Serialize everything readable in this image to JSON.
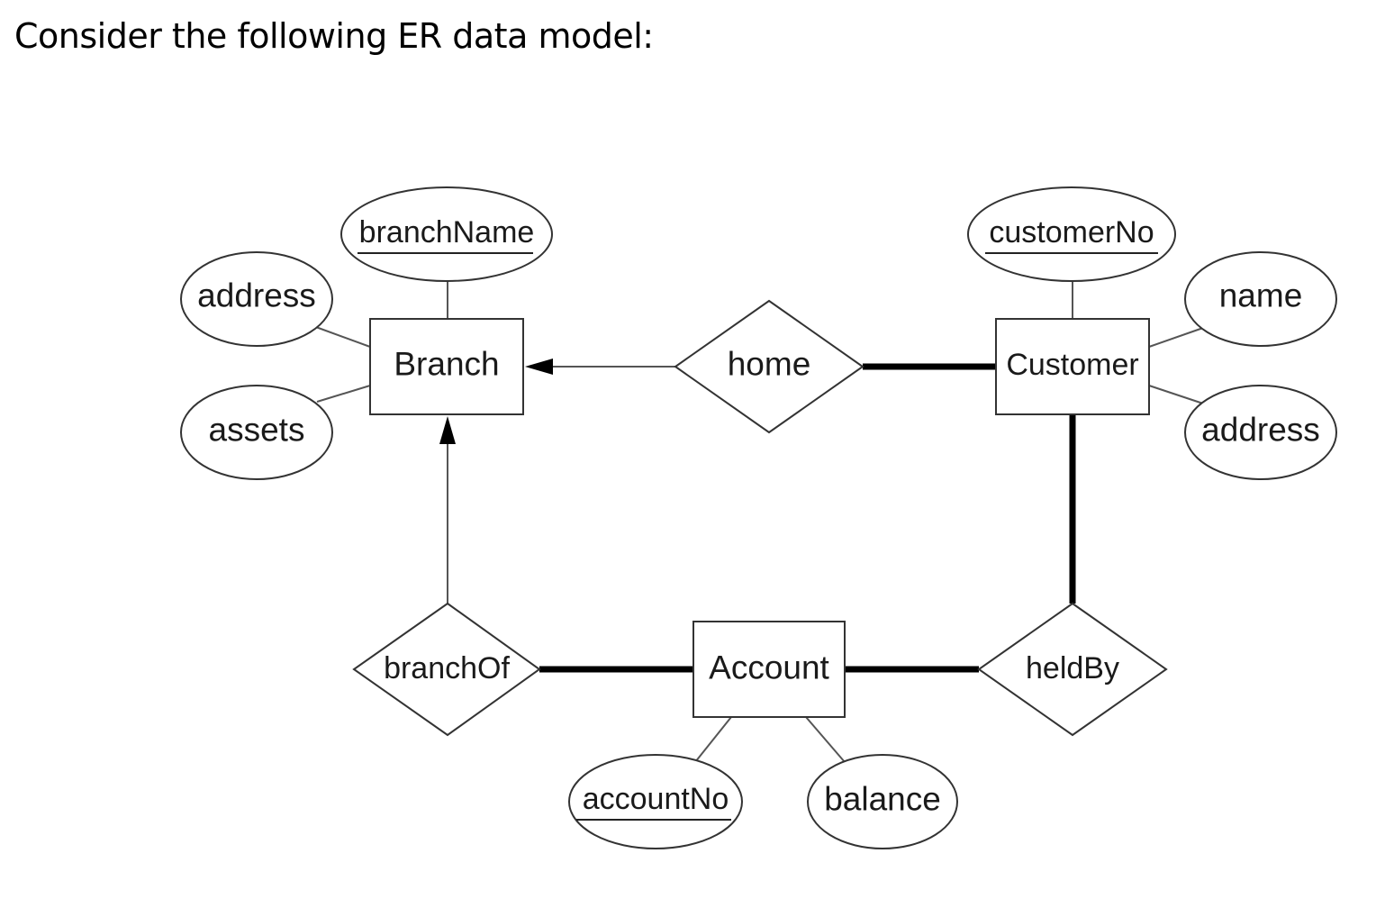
{
  "heading": "Consider the following ER data model:",
  "entities": {
    "branch": "Branch",
    "customer": "Customer",
    "account": "Account"
  },
  "relationships": {
    "home": "home",
    "branch_of": "branchOf",
    "held_by": "heldBy"
  },
  "attributes": {
    "branch_name": "branchName",
    "branch_address": "address",
    "branch_assets": "assets",
    "customer_no": "customerNo",
    "customer_name": "name",
    "customer_address": "address",
    "account_no": "accountNo",
    "account_balance": "balance"
  }
}
